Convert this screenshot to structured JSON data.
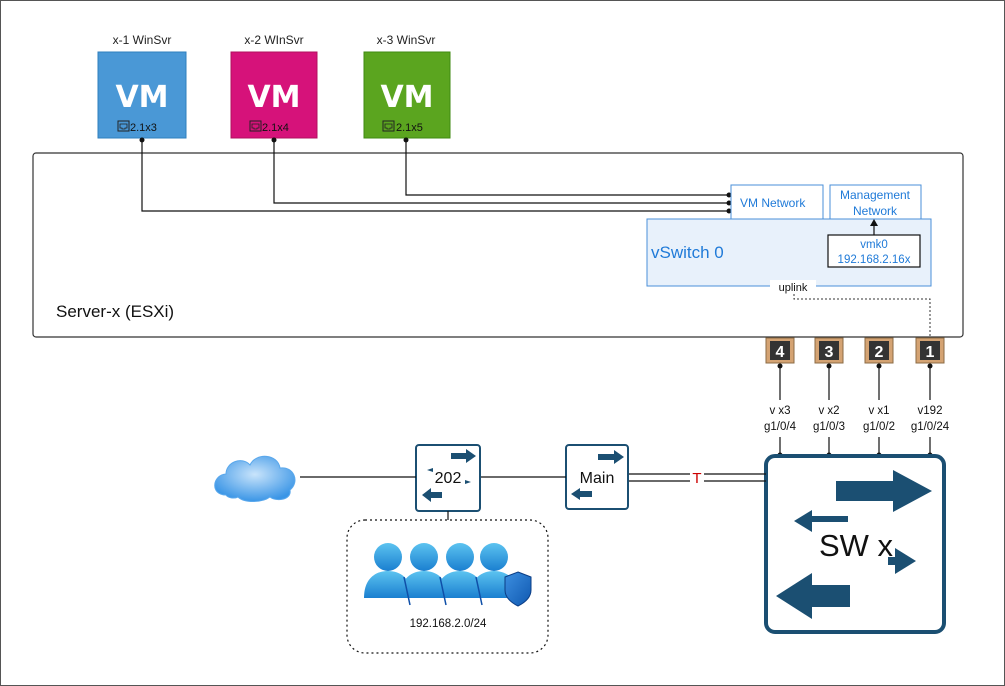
{
  "vms": [
    {
      "title": "x-1 WinSvr",
      "label": "VM",
      "port": "2.1x3",
      "color": "#4a98d6",
      "border": "#2f7fbe"
    },
    {
      "title": "x-2 WInSvr",
      "label": "VM",
      "port": "2.1x4",
      "color": "#d6127a",
      "border": "#b0105f"
    },
    {
      "title": "x-3 WinSvr",
      "label": "VM",
      "port": "2.1x5",
      "color": "#5ba51f",
      "border": "#3f8a10"
    }
  ],
  "server": {
    "label": "Server-x (ESXi)"
  },
  "vswitch": {
    "label": "vSwitch 0",
    "vm_network": "VM Network",
    "management_network_line1": "Management",
    "management_network_line2": "Network",
    "vmk_line1": "vmk0",
    "vmk_line2": "192.168.2.16x",
    "uplink": "uplink"
  },
  "nic_ports": [
    {
      "number": "4",
      "vlan": "v x3",
      "switch_port": "g1/0/4"
    },
    {
      "number": "3",
      "vlan": "v x2",
      "switch_port": "g1/0/3"
    },
    {
      "number": "2",
      "vlan": "v x1",
      "switch_port": "g1/0/2"
    },
    {
      "number": "1",
      "vlan": "v192",
      "switch_port": "g1/0/24"
    }
  ],
  "switch": {
    "label": "SW x"
  },
  "routers": [
    {
      "label": "202"
    },
    {
      "label": "Main"
    }
  ],
  "trunk": {
    "label": "T"
  },
  "users": {
    "subnet": "192.168.2.0/24"
  },
  "colors": {
    "accent_blue": "#4a8fd8",
    "switch_blue": "#1b4f72",
    "trunk_red": "#cc0000",
    "cloud": "#2f8de4"
  }
}
